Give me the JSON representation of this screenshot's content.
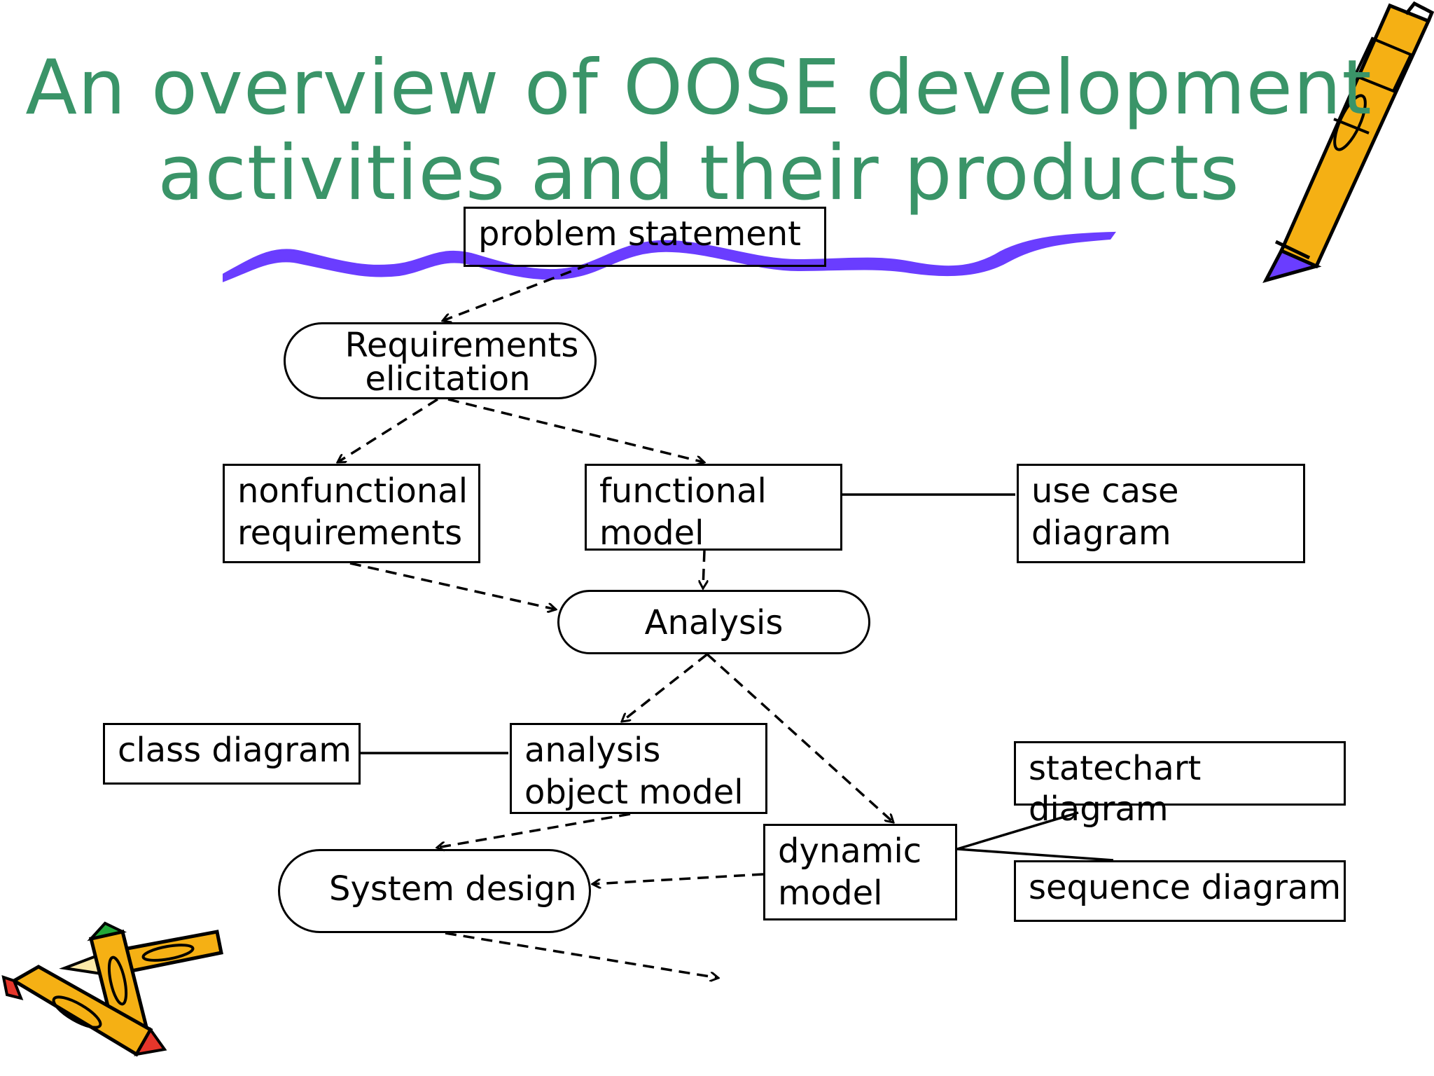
{
  "title": {
    "line1": "An overview of OOSE development",
    "line2": "activities and their products",
    "color": "#3a9468"
  },
  "colors": {
    "stroke": "#000000",
    "squiggle": "#6a3dff",
    "pencil_body": "#f5b014",
    "pencil_tip": "#6a3dff",
    "pencil_red": "#e5362b",
    "pencil_green": "#22a838"
  },
  "nodes": {
    "problem_statement": {
      "lines": [
        "problem statement"
      ]
    },
    "requirements_elicitation": {
      "lines": [
        "Requirements",
        "elicitation"
      ]
    },
    "nonfunctional_requirements": {
      "lines": [
        "nonfunctional",
        "requirements"
      ]
    },
    "functional_model": {
      "lines": [
        "functional",
        "model"
      ]
    },
    "use_case_diagram": {
      "lines": [
        "use case",
        "diagram"
      ]
    },
    "analysis": {
      "lines": [
        "Analysis"
      ]
    },
    "class_diagram": {
      "lines": [
        "class diagram"
      ]
    },
    "analysis_object_model": {
      "lines": [
        "analysis",
        "object model"
      ]
    },
    "statechart_diagram": {
      "lines": [
        "statechart",
        "diagram"
      ]
    },
    "dynamic_model": {
      "lines": [
        "dynamic",
        "model"
      ]
    },
    "sequence_diagram": {
      "lines": [
        "sequence diagram"
      ]
    },
    "system_design": {
      "lines": [
        "System design"
      ]
    }
  },
  "icons": {
    "large_pencil": "pencil-icon",
    "pencil_group": "pencils-icon",
    "squiggle": "squiggle-decoration"
  }
}
